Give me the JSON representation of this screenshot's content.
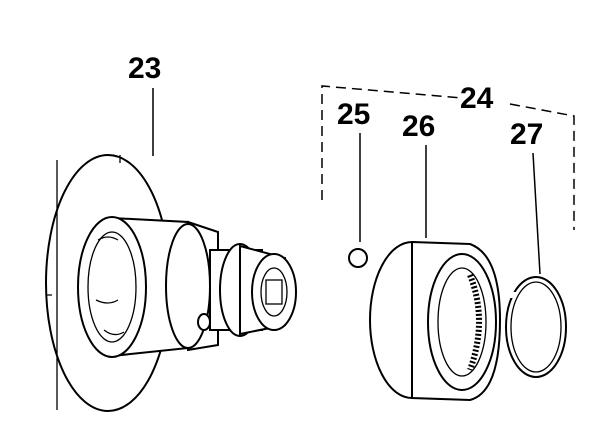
{
  "labels": {
    "p23": "23",
    "p24": "24",
    "p25": "25",
    "p26": "26",
    "p27": "27"
  },
  "colors": {
    "ink": "#000000",
    "background": "#ffffff"
  }
}
